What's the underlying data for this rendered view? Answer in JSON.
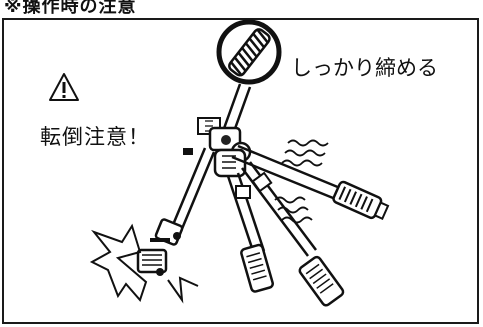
{
  "header": {
    "title": "※操作時の注意"
  },
  "illustration": {
    "tighten_label": "しっかり締める",
    "warning_text": "転倒注意！",
    "icons": [
      "warning-triangle-icon",
      "knob-tighten-icon",
      "vibration-lines-icon",
      "impact-burst-icon"
    ]
  }
}
